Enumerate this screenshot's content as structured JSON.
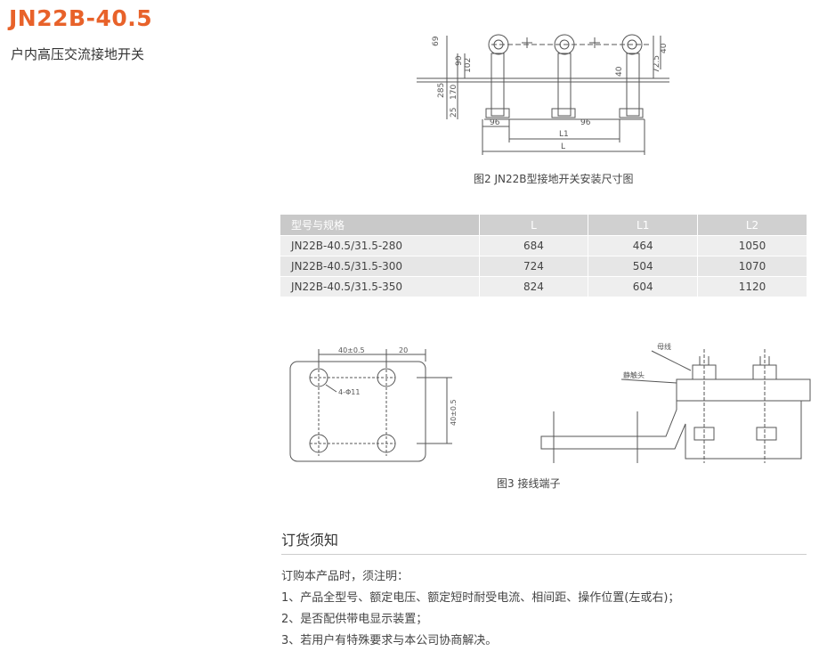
{
  "header": {
    "title": "JN22B-40.5",
    "subtitle": "户内高压交流接地开关"
  },
  "figure2": {
    "caption": "图2 JN22B型接地开关安装尺寸图",
    "dims": {
      "d69": "69",
      "d90": "90",
      "d102": "102",
      "d285": "285",
      "d170": "170",
      "d25": "25",
      "d96a": "96",
      "d96b": "96",
      "dL1": "L1",
      "dL": "L",
      "d40": "40",
      "d72_5": "72.5",
      "d40b": "40"
    }
  },
  "spec_table": {
    "columns": [
      "型号与规格",
      "L",
      "L1",
      "L2"
    ],
    "rows": [
      [
        "JN22B-40.5/31.5-280",
        "684",
        "464",
        "1050"
      ],
      [
        "JN22B-40.5/31.5-300",
        "724",
        "504",
        "1070"
      ],
      [
        "JN22B-40.5/31.5-350",
        "824",
        "604",
        "1120"
      ]
    ]
  },
  "figure3": {
    "caption": "图3 接线端子",
    "dim_top": "40±0.5",
    "dim_top_right": "20",
    "dim_right": "40±0.5",
    "hole_label": "4-Φ11",
    "busbar_label": "母线",
    "contact_label": "静触头"
  },
  "ordering": {
    "heading": "订货须知",
    "lines": [
      "订购本产品时，须注明：",
      "1、产品全型号、额定电压、额定短时耐受电流、相间距、操作位置(左或右)；",
      "2、是否配供带电显示装置；",
      "3、若用户有特殊要求与本公司协商解决。"
    ]
  }
}
